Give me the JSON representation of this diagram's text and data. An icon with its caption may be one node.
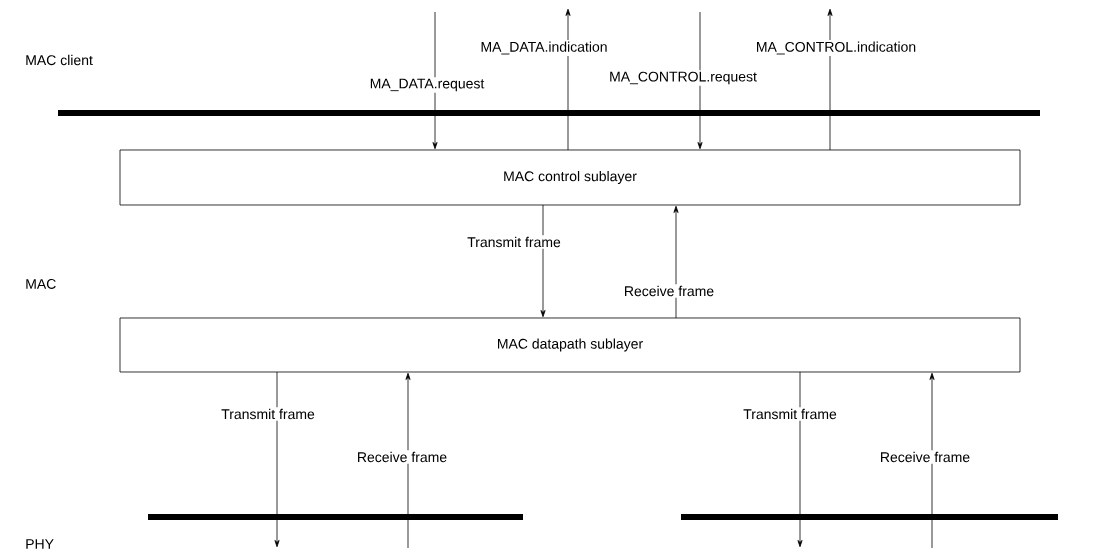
{
  "diagram": {
    "nodes": [
      {
        "text": [
          "MAC control sublayer"
        ]
      },
      {
        "text": [
          "MAC datapath sublayer"
        ]
      }
    ],
    "edges": [
      {
        "from": null,
        "to": 0,
        "arrow": "to",
        "label": "MA_DATA.request"
      },
      {
        "from": 0,
        "to": null,
        "arrow": "to",
        "label": "MA_DATA.indication"
      },
      {
        "from": null,
        "to": 0,
        "arrow": "to",
        "label": "MA_CONTROL.request"
      },
      {
        "from": 0,
        "to": null,
        "arrow": "to",
        "label": "MA_CONTROL.indication"
      },
      {
        "from": 0,
        "to": 1,
        "arrow": "to",
        "label": "Transmit frame"
      },
      {
        "from": 1,
        "to": 0,
        "arrow": "to",
        "label": "Receive frame"
      },
      {
        "from": 1,
        "to": null,
        "arrow": "to",
        "label": "Transmit frame"
      },
      {
        "from": null,
        "to": 1,
        "arrow": "to",
        "label": "Receive frame"
      },
      {
        "from": 1,
        "to": null,
        "arrow": "to",
        "label": "Transmit frame"
      },
      {
        "from": null,
        "to": 1,
        "arrow": "to",
        "label": "Receive frame"
      }
    ],
    "labels": [
      "MAC client",
      "MAC",
      "PHY"
    ]
  }
}
